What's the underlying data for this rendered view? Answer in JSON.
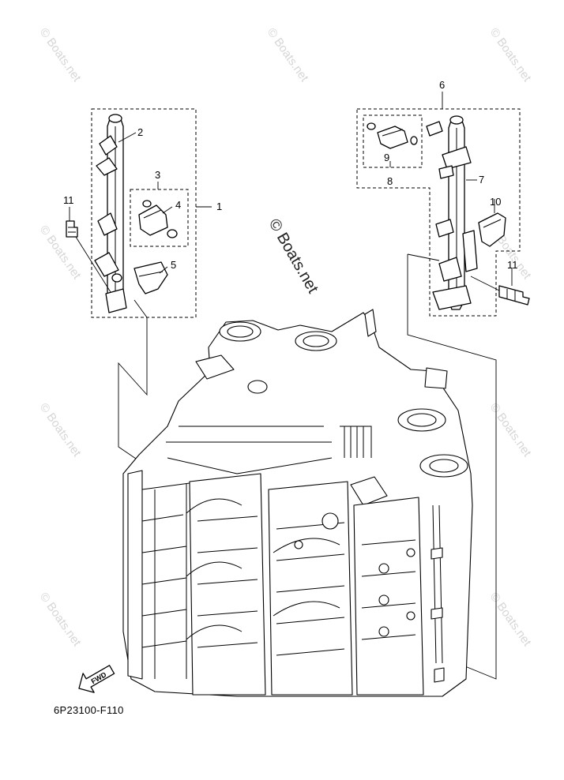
{
  "diagram_code": "6P23100-F110",
  "watermark": "© Boats.net",
  "callouts": {
    "c1": "1",
    "c2": "2",
    "c3": "3",
    "c4": "4",
    "c5": "5",
    "c6": "6",
    "c7": "7",
    "c8": "8",
    "c9": "9",
    "c10": "10",
    "c11_left": "11",
    "c11_right": "11"
  },
  "fwd_label": "FWD"
}
